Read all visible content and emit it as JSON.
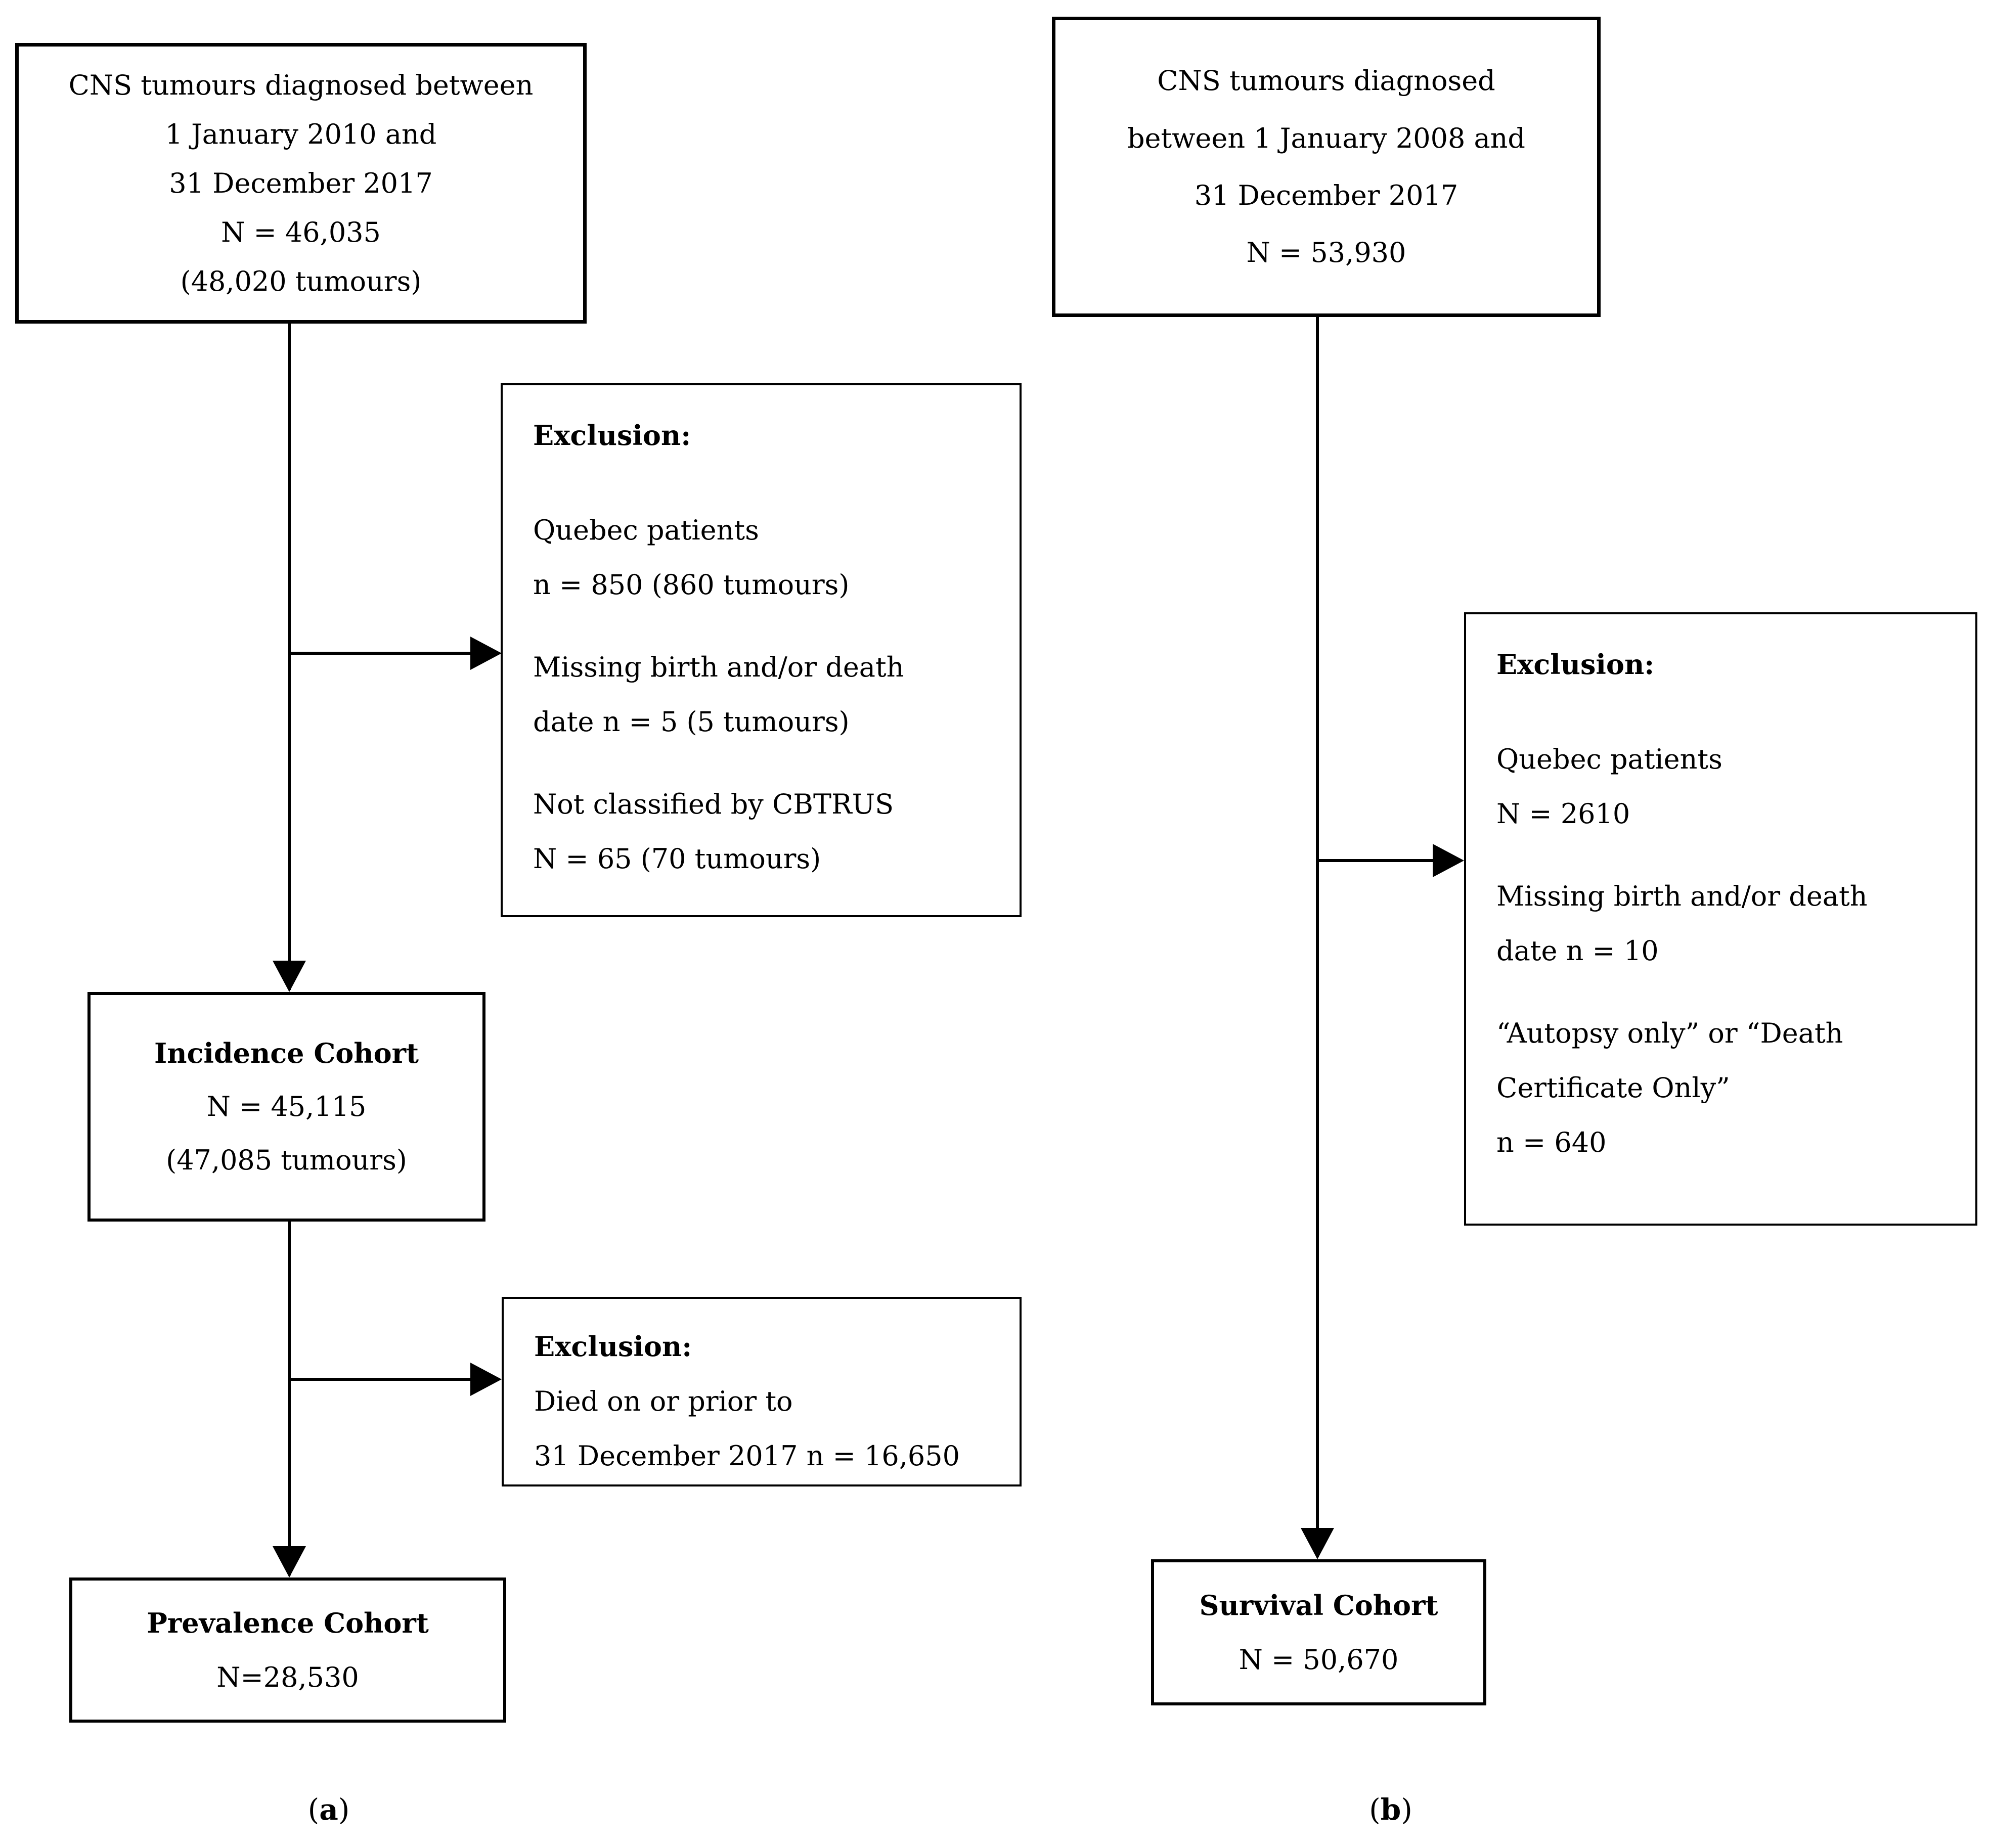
{
  "colors": {
    "background": "#ffffff",
    "line": "#000000",
    "box_border": "#000000"
  },
  "panel_a": {
    "source_box": {
      "lines": [
        "CNS tumours diagnosed between",
        "1 January 2010 and",
        "31 December 2017",
        "N = 46,035",
        "(48,020 tumours)"
      ]
    },
    "exclusion_box_1": {
      "title": "Exclusion:",
      "items": [
        {
          "lines": [
            "Quebec patients",
            "n = 850 (860 tumours)"
          ]
        },
        {
          "lines": [
            "Missing birth and/or death",
            "date n = 5 (5 tumours)"
          ]
        },
        {
          "lines": [
            "Not classified by CBTRUS",
            "N = 65 (70 tumours)"
          ]
        }
      ]
    },
    "incidence_box": {
      "title": "Incidence Cohort",
      "lines": [
        "N = 45,115",
        "(47,085 tumours)"
      ]
    },
    "exclusion_box_2": {
      "title": "Exclusion:",
      "items": [
        {
          "lines": [
            "Died on or prior to",
            "31 December 2017 n = 16,650"
          ]
        }
      ]
    },
    "prevalence_box": {
      "title": "Prevalence Cohort",
      "value": "N=28,530"
    },
    "caption": {
      "open": "(",
      "letter": "a",
      "close": ")"
    }
  },
  "panel_b": {
    "source_box": {
      "lines": [
        "CNS tumours diagnosed",
        "between 1 January 2008 and",
        "31 December 2017",
        "N = 53,930"
      ]
    },
    "exclusion_box": {
      "title": "Exclusion:",
      "items": [
        {
          "lines": [
            "Quebec patients",
            "N = 2610"
          ]
        },
        {
          "lines": [
            "Missing birth and/or death",
            "date n = 10"
          ]
        },
        {
          "lines": [
            "“Autopsy only” or “Death",
            "Certificate Only”",
            "n = 640"
          ]
        }
      ]
    },
    "survival_box": {
      "title": "Survival Cohort",
      "value": "N = 50,670"
    },
    "caption": {
      "open": "(",
      "letter": "b",
      "close": ")"
    }
  }
}
